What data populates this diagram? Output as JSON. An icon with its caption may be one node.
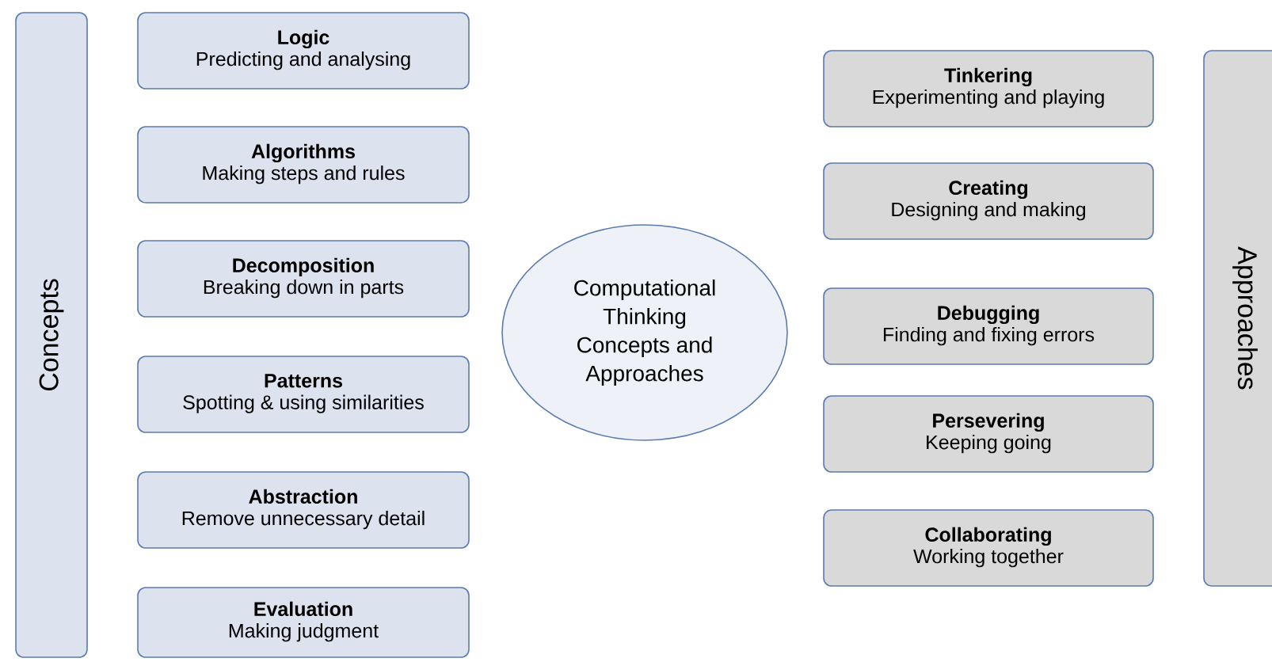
{
  "diagram": {
    "nodes": [
      {
        "text": [
          "Concepts"
        ]
      },
      {
        "text": [
          "Logic",
          "Predicting and analysing"
        ]
      },
      {
        "text": [
          "Algorithms",
          "Making steps and rules"
        ]
      },
      {
        "text": [
          "Decomposition",
          "Breaking down in parts"
        ]
      },
      {
        "text": [
          "Patterns",
          "Spotting & using similarities"
        ]
      },
      {
        "text": [
          "Abstraction",
          "Remove unnecessary detail"
        ]
      },
      {
        "text": [
          "Evaluation",
          "Making judgment"
        ]
      },
      {
        "text": [
          "Computational Thinking Concepts and Approaches"
        ]
      },
      {
        "text": [
          "Tinkering",
          "Experimenting and playing"
        ]
      },
      {
        "text": [
          "Creating",
          "Designing and making"
        ]
      },
      {
        "text": [
          "Debugging",
          "Finding and fixing errors"
        ]
      },
      {
        "text": [
          "Persevering",
          "Keeping going"
        ]
      },
      {
        "text": [
          "Collaborating",
          "Working together"
        ]
      },
      {
        "text": [
          "Approaches"
        ]
      }
    ]
  }
}
